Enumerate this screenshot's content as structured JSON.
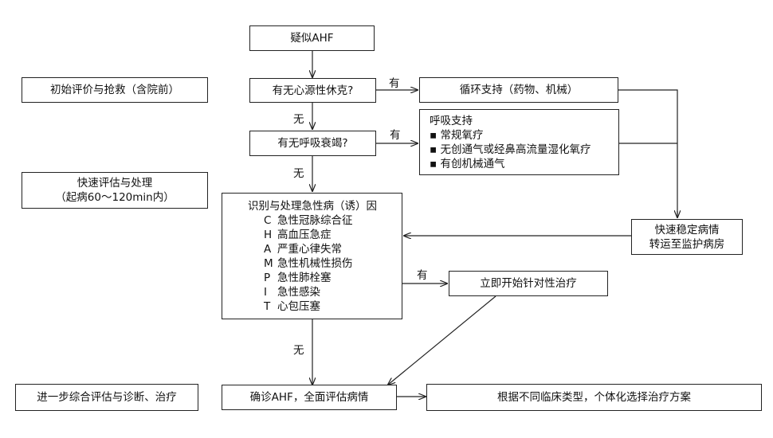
{
  "left_stages": {
    "stage1": "初始评价与抢救（含院前）",
    "stage2_line1": "快速评估与处理",
    "stage2_line2": "（起病60～120min内）",
    "stage3": "进一步综合评估与诊断、治疗"
  },
  "boxes": {
    "suspect": "疑似AHF",
    "shock_q": "有无心源性休克?",
    "resp_q": "有无呼吸衰竭?",
    "circ_support": "循环支持（药物、机械）",
    "resp_support": {
      "title": "呼吸支持",
      "items": [
        "常规氧疗",
        "无创通气或经鼻高流量湿化氧疗",
        "有创机械通气"
      ]
    },
    "stabilize_line1": "快速稳定病情",
    "stabilize_line2": "转运至监护病房",
    "identify": {
      "title": "识别与处理急性病（诱）因",
      "items": [
        {
          "letter": "C",
          "text": "急性冠脉综合征"
        },
        {
          "letter": "H",
          "text": "高血压急症"
        },
        {
          "letter": "A",
          "text": "严重心律失常"
        },
        {
          "letter": "M",
          "text": "急性机械性损伤"
        },
        {
          "letter": "P",
          "text": "急性肺栓塞"
        },
        {
          "letter": "I",
          "text": "急性感染"
        },
        {
          "letter": "T",
          "text": "心包压塞"
        }
      ]
    },
    "targeted_tx": "立即开始针对性治疗",
    "confirm": "确诊AHF，全面评估病情",
    "individual": "根据不同临床类型，个体化选择治疗方案"
  },
  "edge_labels": {
    "shock_yes": "有",
    "shock_no": "无",
    "resp_yes": "有",
    "resp_no": "无",
    "identify_yes": "有",
    "identify_no": "无"
  }
}
